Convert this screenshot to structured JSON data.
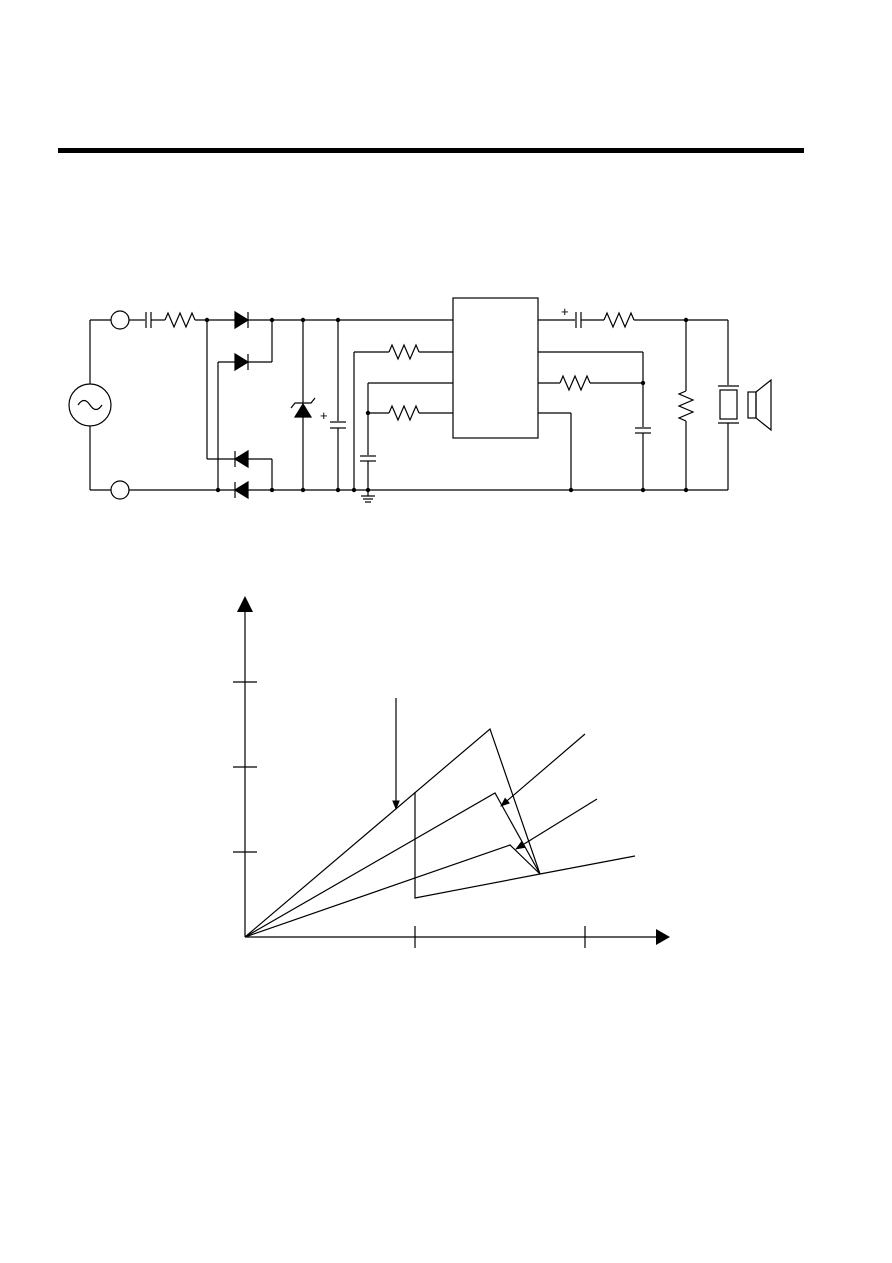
{
  "page": {
    "background": "#ffffff",
    "ink": "#000000"
  },
  "circuit": {
    "components": [
      "ac-source",
      "terminal",
      "capacitor",
      "resistor",
      "diode",
      "zener-diode",
      "electrolytic-capacitor",
      "ic-block",
      "ground",
      "crystal",
      "speaker"
    ],
    "polarity_marks": [
      "+",
      "+"
    ]
  },
  "graph": {
    "axes": [
      "y-axis",
      "x-axis"
    ],
    "series_count": 3,
    "arrow_count": 3
  }
}
